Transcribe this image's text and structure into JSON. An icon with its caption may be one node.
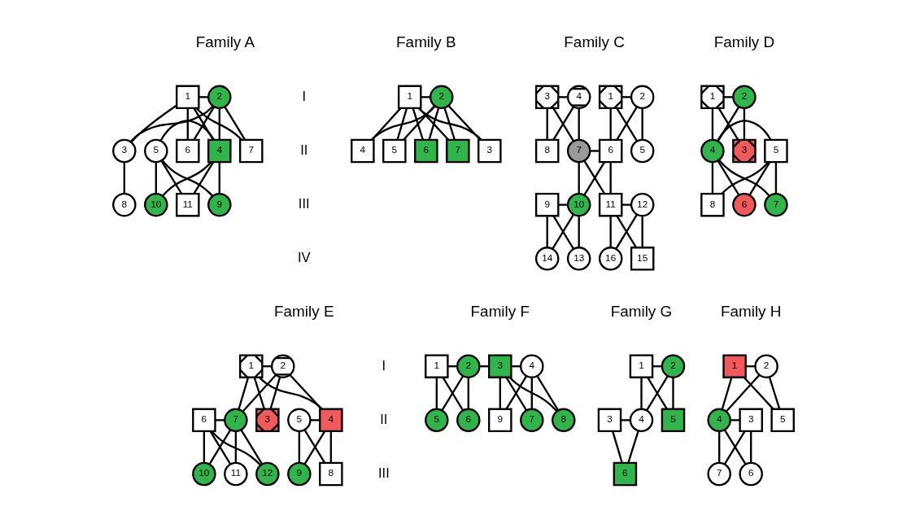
{
  "diagram": {
    "nodes": [
      {
        "text": [
          "Family A"
        ]
      },
      {
        "text": [
          "1"
        ]
      },
      {
        "text": [
          "2"
        ]
      },
      {
        "text": [
          "3"
        ]
      },
      {
        "text": [
          "4"
        ]
      },
      {
        "text": [
          "5"
        ]
      },
      {
        "text": [
          "6"
        ]
      },
      {
        "text": [
          "7"
        ]
      },
      {
        "text": [
          "8"
        ]
      },
      {
        "text": [
          "9"
        ]
      },
      {
        "text": [
          "10"
        ]
      },
      {
        "text": [
          "11"
        ]
      },
      {
        "text": [
          "Family B"
        ]
      },
      {
        "text": [
          "1"
        ]
      },
      {
        "text": [
          "2"
        ]
      },
      {
        "text": [
          "3"
        ]
      },
      {
        "text": [
          "4"
        ]
      },
      {
        "text": [
          "5"
        ]
      },
      {
        "text": [
          "6"
        ]
      },
      {
        "text": [
          "7"
        ]
      },
      {
        "text": [
          "Family C"
        ]
      },
      {
        "text": [
          "1"
        ]
      },
      {
        "text": [
          "2"
        ]
      },
      {
        "text": [
          "3"
        ]
      },
      {
        "text": [
          "4"
        ]
      },
      {
        "text": [
          "5"
        ]
      },
      {
        "text": [
          "6"
        ]
      },
      {
        "text": [
          "7"
        ]
      },
      {
        "text": [
          "8"
        ]
      },
      {
        "text": [
          "9"
        ]
      },
      {
        "text": [
          "10"
        ]
      },
      {
        "text": [
          "11"
        ]
      },
      {
        "text": [
          "12"
        ]
      },
      {
        "text": [
          "13"
        ]
      },
      {
        "text": [
          "14"
        ]
      },
      {
        "text": [
          "15"
        ]
      },
      {
        "text": [
          "16"
        ]
      },
      {
        "text": [
          "Family D"
        ]
      },
      {
        "text": [
          "1"
        ]
      },
      {
        "text": [
          "2"
        ]
      },
      {
        "text": [
          "3"
        ]
      },
      {
        "text": [
          "4"
        ]
      },
      {
        "text": [
          "5"
        ]
      },
      {
        "text": [
          "6"
        ]
      },
      {
        "text": [
          "7"
        ]
      },
      {
        "text": [
          "8"
        ]
      },
      {
        "text": [
          "Family E"
        ]
      },
      {
        "text": [
          "1"
        ]
      },
      {
        "text": [
          "2"
        ]
      },
      {
        "text": [
          "3"
        ]
      },
      {
        "text": [
          "4"
        ]
      },
      {
        "text": [
          "5"
        ]
      },
      {
        "text": [
          "6"
        ]
      },
      {
        "text": [
          "7"
        ]
      },
      {
        "text": [
          "8"
        ]
      },
      {
        "text": [
          "9"
        ]
      },
      {
        "text": [
          "10"
        ]
      },
      {
        "text": [
          "11"
        ]
      },
      {
        "text": [
          "12"
        ]
      },
      {
        "text": [
          "Family F"
        ]
      },
      {
        "text": [
          "1"
        ]
      },
      {
        "text": [
          "2"
        ]
      },
      {
        "text": [
          "3"
        ]
      },
      {
        "text": [
          "4"
        ]
      },
      {
        "text": [
          "5"
        ]
      },
      {
        "text": [
          "6"
        ]
      },
      {
        "text": [
          "7"
        ]
      },
      {
        "text": [
          "8"
        ]
      },
      {
        "text": [
          "9"
        ]
      },
      {
        "text": [
          "Family G"
        ]
      },
      {
        "text": [
          "1"
        ]
      },
      {
        "text": [
          "2"
        ]
      },
      {
        "text": [
          "3"
        ]
      },
      {
        "text": [
          "4"
        ]
      },
      {
        "text": [
          "5"
        ]
      },
      {
        "text": [
          "6"
        ]
      },
      {
        "text": [
          "Family H"
        ]
      },
      {
        "text": [
          "1"
        ]
      },
      {
        "text": [
          "2"
        ]
      },
      {
        "text": [
          "3"
        ]
      },
      {
        "text": [
          "4"
        ]
      },
      {
        "text": [
          "5"
        ]
      },
      {
        "text": [
          "6"
        ]
      },
      {
        "text": [
          "7"
        ]
      }
    ],
    "edges": [
      {
        "from": 1,
        "to": 2,
        "arrow": "none"
      },
      {
        "from": 1,
        "to": 3,
        "arrow": "none"
      },
      {
        "from": 2,
        "to": 3,
        "arrow": "none"
      },
      {
        "from": 1,
        "to": 4,
        "arrow": "none"
      },
      {
        "from": 2,
        "to": 4,
        "arrow": "none"
      },
      {
        "from": 1,
        "to": 6,
        "arrow": "none"
      },
      {
        "from": 2,
        "to": 6,
        "arrow": "none"
      },
      {
        "from": 1,
        "to": 7,
        "arrow": "none"
      },
      {
        "from": 2,
        "to": 7,
        "arrow": "none"
      },
      {
        "from": 4,
        "to": 5,
        "arrow": "none"
      },
      {
        "from": 4,
        "to": 9,
        "arrow": "none"
      },
      {
        "from": 5,
        "to": 9,
        "arrow": "none"
      },
      {
        "from": 4,
        "to": 10,
        "arrow": "none"
      },
      {
        "from": 5,
        "to": 10,
        "arrow": "none"
      },
      {
        "from": 4,
        "to": 11,
        "arrow": "none"
      },
      {
        "from": 5,
        "to": 11,
        "arrow": "none"
      },
      {
        "from": 3,
        "to": 8,
        "arrow": "none"
      },
      {
        "from": 13,
        "to": 14,
        "arrow": "none"
      },
      {
        "from": 13,
        "to": 15,
        "arrow": "none"
      },
      {
        "from": 14,
        "to": 15,
        "arrow": "none"
      },
      {
        "from": 13,
        "to": 16,
        "arrow": "none"
      },
      {
        "from": 14,
        "to": 16,
        "arrow": "none"
      },
      {
        "from": 13,
        "to": 17,
        "arrow": "none"
      },
      {
        "from": 14,
        "to": 17,
        "arrow": "none"
      },
      {
        "from": 13,
        "to": 18,
        "arrow": "none"
      },
      {
        "from": 14,
        "to": 18,
        "arrow": "none"
      },
      {
        "from": 13,
        "to": 19,
        "arrow": "none"
      },
      {
        "from": 14,
        "to": 19,
        "arrow": "none"
      },
      {
        "from": 21,
        "to": 22,
        "arrow": "none"
      },
      {
        "from": 21,
        "to": 25,
        "arrow": "none"
      },
      {
        "from": 22,
        "to": 25,
        "arrow": "none"
      },
      {
        "from": 21,
        "to": 26,
        "arrow": "none"
      },
      {
        "from": 22,
        "to": 26,
        "arrow": "none"
      },
      {
        "from": 23,
        "to": 24,
        "arrow": "none"
      },
      {
        "from": 23,
        "to": 27,
        "arrow": "none"
      },
      {
        "from": 24,
        "to": 27,
        "arrow": "none"
      },
      {
        "from": 23,
        "to": 28,
        "arrow": "none"
      },
      {
        "from": 24,
        "to": 28,
        "arrow": "none"
      },
      {
        "from": 26,
        "to": 27,
        "arrow": "none"
      },
      {
        "from": 26,
        "to": 30,
        "arrow": "none"
      },
      {
        "from": 27,
        "to": 30,
        "arrow": "none"
      },
      {
        "from": 26,
        "to": 31,
        "arrow": "none"
      },
      {
        "from": 27,
        "to": 31,
        "arrow": "none"
      },
      {
        "from": 29,
        "to": 30,
        "arrow": "none"
      },
      {
        "from": 29,
        "to": 33,
        "arrow": "none"
      },
      {
        "from": 30,
        "to": 33,
        "arrow": "none"
      },
      {
        "from": 29,
        "to": 34,
        "arrow": "none"
      },
      {
        "from": 30,
        "to": 34,
        "arrow": "none"
      },
      {
        "from": 31,
        "to": 32,
        "arrow": "none"
      },
      {
        "from": 31,
        "to": 35,
        "arrow": "none"
      },
      {
        "from": 32,
        "to": 35,
        "arrow": "none"
      },
      {
        "from": 31,
        "to": 36,
        "arrow": "none"
      },
      {
        "from": 32,
        "to": 36,
        "arrow": "none"
      },
      {
        "from": 38,
        "to": 39,
        "arrow": "none"
      },
      {
        "from": 38,
        "to": 40,
        "arrow": "none"
      },
      {
        "from": 39,
        "to": 40,
        "arrow": "none"
      },
      {
        "from": 38,
        "to": 41,
        "arrow": "none"
      },
      {
        "from": 39,
        "to": 41,
        "arrow": "none"
      },
      {
        "from": 41,
        "to": 42,
        "arrow": "none"
      },
      {
        "from": 41,
        "to": 43,
        "arrow": "none"
      },
      {
        "from": 42,
        "to": 43,
        "arrow": "none"
      },
      {
        "from": 41,
        "to": 44,
        "arrow": "none"
      },
      {
        "from": 42,
        "to": 44,
        "arrow": "none"
      },
      {
        "from": 41,
        "to": 45,
        "arrow": "none"
      },
      {
        "from": 42,
        "to": 45,
        "arrow": "none"
      },
      {
        "from": 47,
        "to": 48,
        "arrow": "none"
      },
      {
        "from": 47,
        "to": 49,
        "arrow": "none"
      },
      {
        "from": 48,
        "to": 49,
        "arrow": "none"
      },
      {
        "from": 47,
        "to": 50,
        "arrow": "none"
      },
      {
        "from": 48,
        "to": 50,
        "arrow": "none"
      },
      {
        "from": 47,
        "to": 53,
        "arrow": "none"
      },
      {
        "from": 48,
        "to": 53,
        "arrow": "none"
      },
      {
        "from": 50,
        "to": 51,
        "arrow": "none"
      },
      {
        "from": 50,
        "to": 54,
        "arrow": "none"
      },
      {
        "from": 51,
        "to": 54,
        "arrow": "none"
      },
      {
        "from": 50,
        "to": 55,
        "arrow": "none"
      },
      {
        "from": 51,
        "to": 55,
        "arrow": "none"
      },
      {
        "from": 52,
        "to": 53,
        "arrow": "none"
      },
      {
        "from": 52,
        "to": 56,
        "arrow": "none"
      },
      {
        "from": 53,
        "to": 56,
        "arrow": "none"
      },
      {
        "from": 52,
        "to": 57,
        "arrow": "none"
      },
      {
        "from": 53,
        "to": 57,
        "arrow": "none"
      },
      {
        "from": 52,
        "to": 58,
        "arrow": "none"
      },
      {
        "from": 53,
        "to": 58,
        "arrow": "none"
      },
      {
        "from": 60,
        "to": 61,
        "arrow": "none"
      },
      {
        "from": 60,
        "to": 64,
        "arrow": "none"
      },
      {
        "from": 61,
        "to": 64,
        "arrow": "none"
      },
      {
        "from": 60,
        "to": 65,
        "arrow": "none"
      },
      {
        "from": 61,
        "to": 65,
        "arrow": "none"
      },
      {
        "from": 61,
        "to": 62,
        "arrow": "none"
      },
      {
        "from": 62,
        "to": 63,
        "arrow": "none"
      },
      {
        "from": 62,
        "to": 66,
        "arrow": "none"
      },
      {
        "from": 63,
        "to": 66,
        "arrow": "none"
      },
      {
        "from": 62,
        "to": 67,
        "arrow": "none"
      },
      {
        "from": 63,
        "to": 67,
        "arrow": "none"
      },
      {
        "from": 62,
        "to": 68,
        "arrow": "none"
      },
      {
        "from": 63,
        "to": 68,
        "arrow": "none"
      },
      {
        "from": 70,
        "to": 71,
        "arrow": "none"
      },
      {
        "from": 70,
        "to": 73,
        "arrow": "none"
      },
      {
        "from": 71,
        "to": 73,
        "arrow": "none"
      },
      {
        "from": 70,
        "to": 74,
        "arrow": "none"
      },
      {
        "from": 71,
        "to": 74,
        "arrow": "none"
      },
      {
        "from": 72,
        "to": 73,
        "arrow": "none"
      },
      {
        "from": 72,
        "to": 75,
        "arrow": "none"
      },
      {
        "from": 73,
        "to": 75,
        "arrow": "none"
      },
      {
        "from": 77,
        "to": 78,
        "arrow": "none"
      },
      {
        "from": 77,
        "to": 80,
        "arrow": "none"
      },
      {
        "from": 78,
        "to": 80,
        "arrow": "none"
      },
      {
        "from": 77,
        "to": 81,
        "arrow": "none"
      },
      {
        "from": 78,
        "to": 81,
        "arrow": "none"
      },
      {
        "from": 79,
        "to": 80,
        "arrow": "none"
      },
      {
        "from": 79,
        "to": 82,
        "arrow": "none"
      },
      {
        "from": 80,
        "to": 82,
        "arrow": "none"
      },
      {
        "from": 79,
        "to": 83,
        "arrow": "none"
      },
      {
        "from": 80,
        "to": 83,
        "arrow": "none"
      }
    ],
    "labels": [
      "I",
      "II",
      "III",
      "IV",
      "I",
      "II",
      "III"
    ]
  }
}
